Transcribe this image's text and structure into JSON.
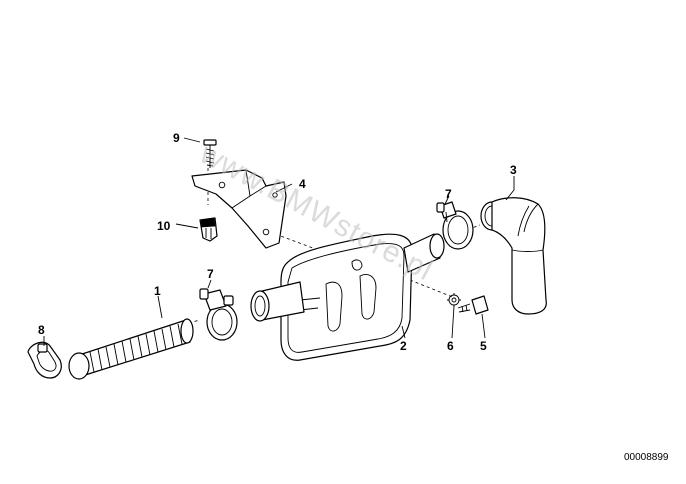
{
  "diagram": {
    "callouts": [
      {
        "id": "c1",
        "label": "1"
      },
      {
        "id": "c2",
        "label": "2"
      },
      {
        "id": "c3",
        "label": "3"
      },
      {
        "id": "c4",
        "label": "4"
      },
      {
        "id": "c5",
        "label": "5"
      },
      {
        "id": "c6",
        "label": "6"
      },
      {
        "id": "c7a",
        "label": "7"
      },
      {
        "id": "c7b",
        "label": "7"
      },
      {
        "id": "c8",
        "label": "8"
      },
      {
        "id": "c9",
        "label": "9"
      },
      {
        "id": "c10",
        "label": "10"
      }
    ],
    "watermark": "www.BMWstore.pl",
    "reference_number": "00008899"
  },
  "colors": {
    "line": "#000000",
    "background": "#ffffff",
    "watermark": "#bdbdbd"
  }
}
